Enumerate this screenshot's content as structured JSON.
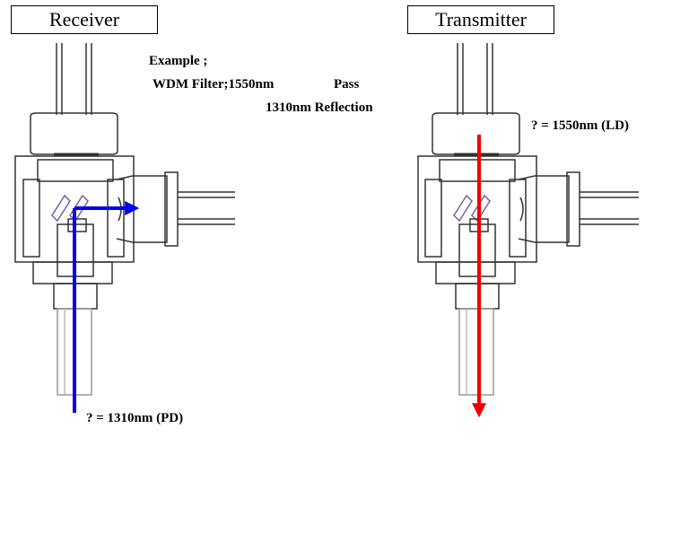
{
  "receiver": {
    "title": "Receiver",
    "output_label": "? = 1310nm (PD)",
    "beam_color": "#0000ee"
  },
  "transmitter": {
    "title": "Transmitter",
    "input_label": "? = 1550nm (LD)",
    "beam_color": "#ee0000"
  },
  "example": {
    "line1": "Example ;",
    "line2": "WDM Filter;1550nm",
    "line2b": "Pass",
    "line3": "1310nm Reflection"
  }
}
